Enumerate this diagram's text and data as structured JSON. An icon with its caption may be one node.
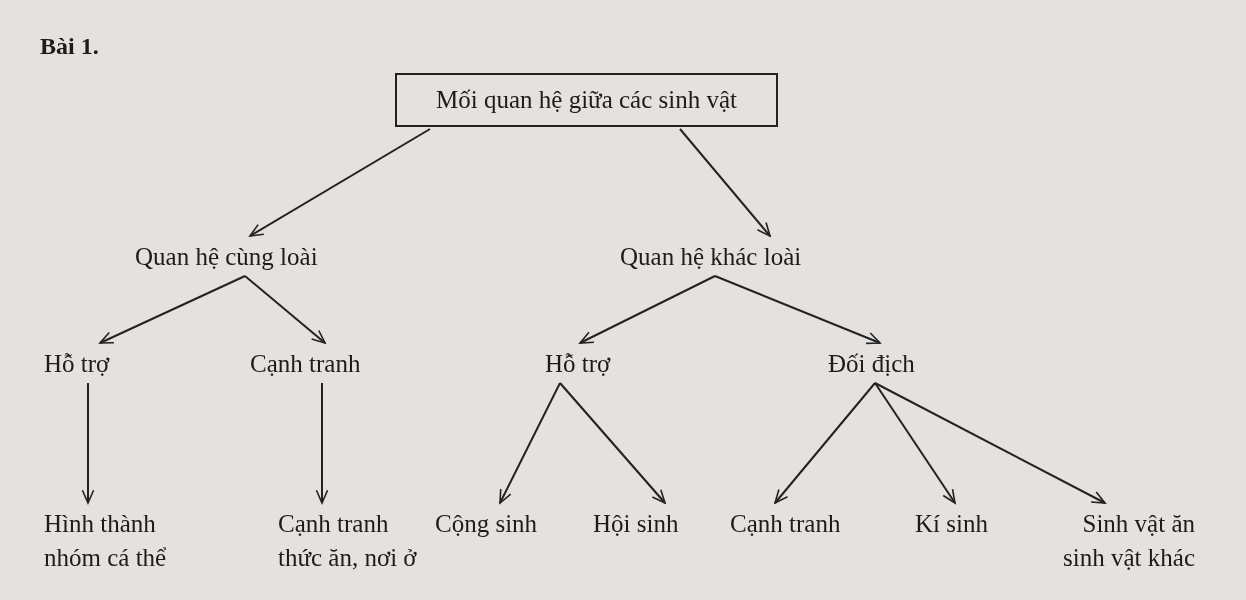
{
  "diagram": {
    "title": "Bài 1.",
    "nodes": [
      {
        "text": [
          "Mối quan hệ giữa các sinh vật"
        ]
      },
      {
        "text": [
          "Quan hệ cùng loài"
        ]
      },
      {
        "text": [
          "Quan hệ khác loài"
        ]
      },
      {
        "text": [
          "Hỗ trợ"
        ]
      },
      {
        "text": [
          "Cạnh tranh"
        ]
      },
      {
        "text": [
          "Hỗ trợ"
        ]
      },
      {
        "text": [
          "Đối địch"
        ]
      },
      {
        "text": [
          "Hình thành nhóm cá thể"
        ]
      },
      {
        "text": [
          "Cạnh tranh thức ăn, nơi ở"
        ]
      },
      {
        "text": [
          "Cộng sinh"
        ]
      },
      {
        "text": [
          "Hội sinh"
        ]
      },
      {
        "text": [
          "Cạnh tranh"
        ]
      },
      {
        "text": [
          "Kí sinh"
        ]
      },
      {
        "text": [
          "Sinh vật ăn sinh vật khác"
        ]
      }
    ],
    "edges": [
      {
        "from": 0,
        "to": 1,
        "arrow": "to"
      },
      {
        "from": 0,
        "to": 2,
        "arrow": "to"
      },
      {
        "from": 1,
        "to": 3,
        "arrow": "to"
      },
      {
        "from": 1,
        "to": 4,
        "arrow": "to"
      },
      {
        "from": 2,
        "to": 5,
        "arrow": "to"
      },
      {
        "from": 2,
        "to": 6,
        "arrow": "to"
      },
      {
        "from": 3,
        "to": 7,
        "arrow": "to"
      },
      {
        "from": 4,
        "to": 8,
        "arrow": "to"
      },
      {
        "from": 5,
        "to": 9,
        "arrow": "to"
      },
      {
        "from": 5,
        "to": 10,
        "arrow": "to"
      },
      {
        "from": 6,
        "to": 11,
        "arrow": "to"
      },
      {
        "from": 6,
        "to": 12,
        "arrow": "to"
      },
      {
        "from": 6,
        "to": 13,
        "arrow": "to"
      }
    ]
  }
}
